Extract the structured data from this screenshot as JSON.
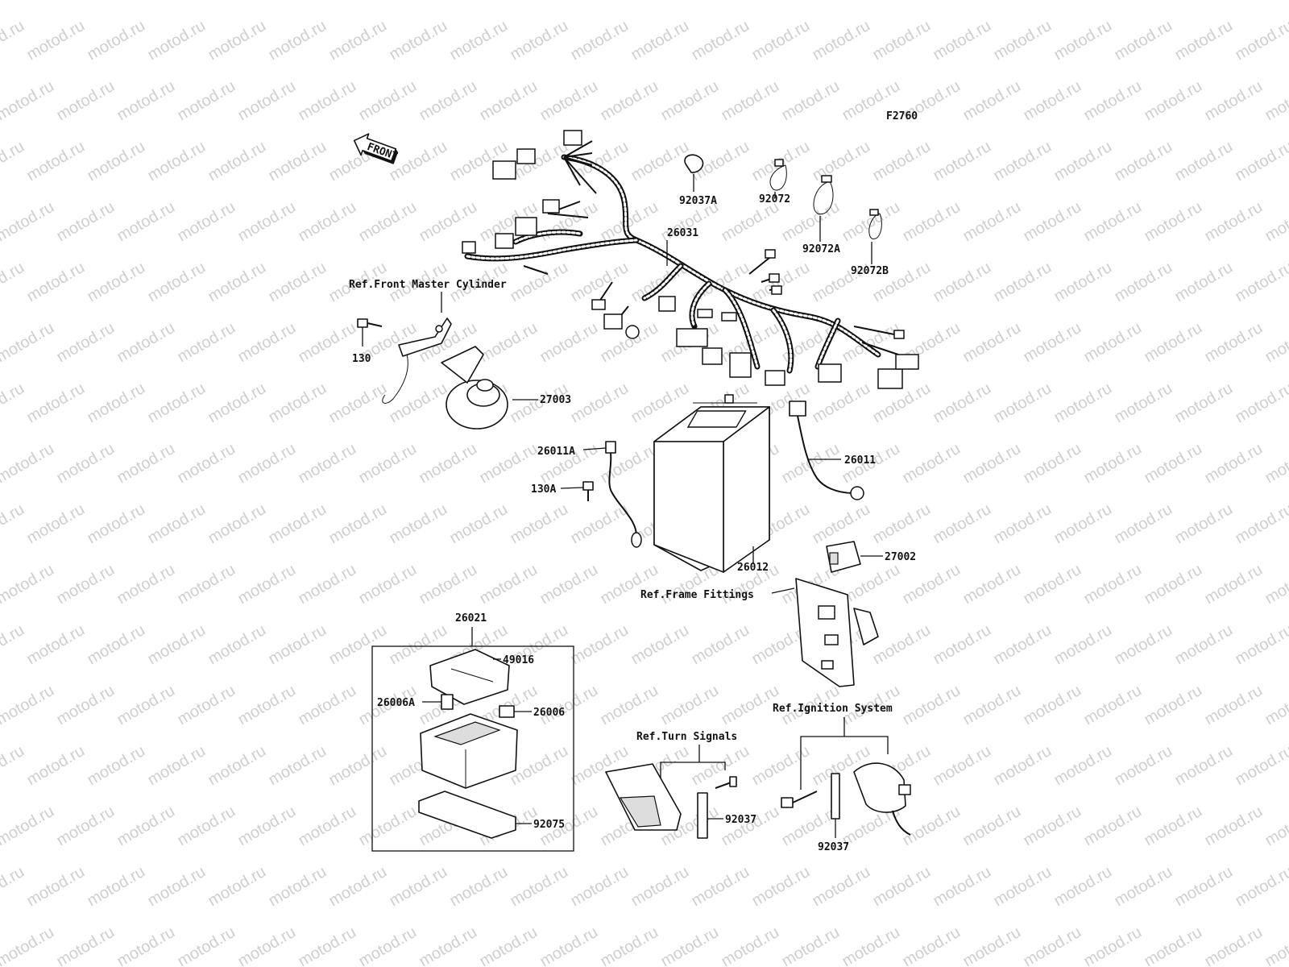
{
  "figure_code": "F2760",
  "watermark_text": "motod.ru",
  "front_arrow_label": "FRONT",
  "refs": {
    "front_master_cylinder": "Ref.Front Master Cylinder",
    "frame_fittings": "Ref.Frame Fittings",
    "turn_signals": "Ref.Turn Signals",
    "ignition_system": "Ref.Ignition System"
  },
  "parts": {
    "p92037A": "92037A",
    "p92072": "92072",
    "p92072A": "92072A",
    "p92072B": "92072B",
    "p26031": "26031",
    "p130": "130",
    "p27003": "27003",
    "p26011A": "26011A",
    "p130A": "130A",
    "p26011": "26011",
    "p26012": "26012",
    "p27002": "27002",
    "p26021": "26021",
    "p49016": "49016",
    "p26006A": "26006A",
    "p26006": "26006",
    "p92075": "92075",
    "p92037_turn": "92037",
    "p92037_ign": "92037"
  }
}
